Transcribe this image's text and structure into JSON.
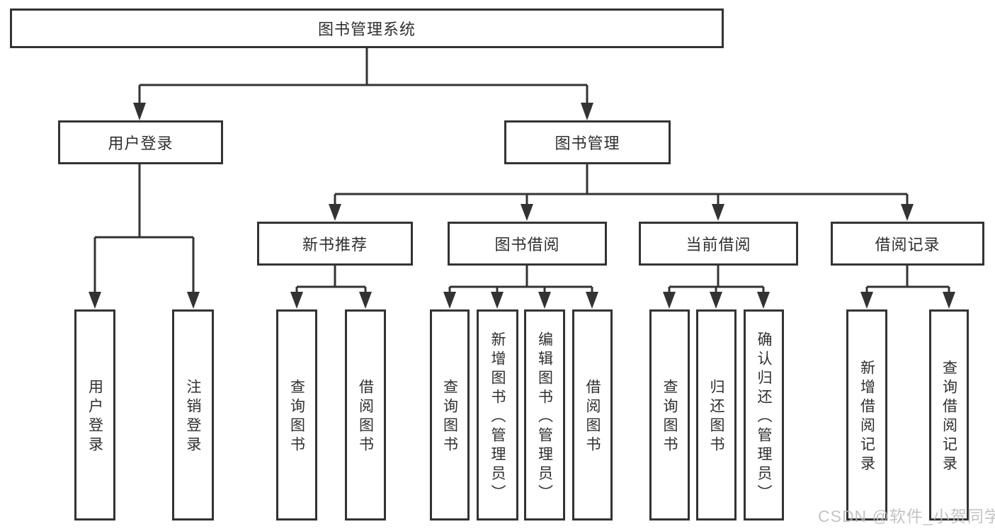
{
  "root": "图书管理系统",
  "level2": {
    "user_login": "用户登录",
    "book_mgmt": "图书管理"
  },
  "level3": {
    "new_books": "新书推荐",
    "book_borrow": "图书借阅",
    "current_borrow": "当前借阅",
    "borrow_records": "借阅记录"
  },
  "leaves": {
    "user_login": [
      "用户登录",
      "注销登录"
    ],
    "new_books": [
      "查询图书",
      "借阅图书"
    ],
    "book_borrow": [
      "查询图书",
      "新增图书（管理员）",
      "编辑图书（管理员）",
      "借阅图书"
    ],
    "current_borrow": [
      "查询图书",
      "归还图书",
      "确认归还（管理员）"
    ],
    "borrow_records": [
      "新增借阅记录",
      "查询借阅记录"
    ]
  },
  "watermark": "CSDN @软件_小贺同学",
  "colors": {
    "line": "#333333",
    "box_border": "#333333",
    "box_bg": "#ffffff",
    "text": "#2f2f2f",
    "watermark": "#b9b9b9"
  }
}
